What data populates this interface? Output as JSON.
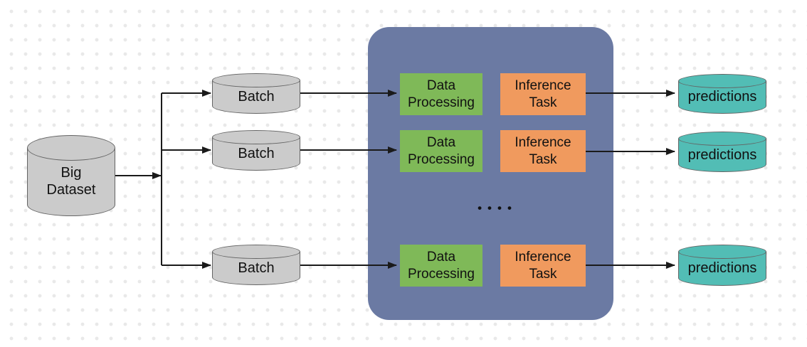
{
  "diagram": {
    "source_label": "Big\nDataset",
    "ellipsis": "••••",
    "rows": [
      {
        "batch_label": "Batch",
        "processing_label": "Data Processing",
        "inference_label": "Inference Task",
        "predictions_label": "predictions"
      },
      {
        "batch_label": "Batch",
        "processing_label": "Data Processing",
        "inference_label": "Inference Task",
        "predictions_label": "predictions"
      },
      {
        "batch_label": "Batch",
        "processing_label": "Data Processing",
        "inference_label": "Inference Task",
        "predictions_label": "predictions"
      }
    ],
    "colors": {
      "container": "#6B7AA3",
      "processing_box": "#7FB958",
      "inference_box": "#F09A5E",
      "predictions_cylinder": "#52BDB5",
      "batch_cylinder": "#CBCBCB",
      "arrow": "#1a1a1a",
      "dot_grid": "#e9e9e9"
    }
  }
}
